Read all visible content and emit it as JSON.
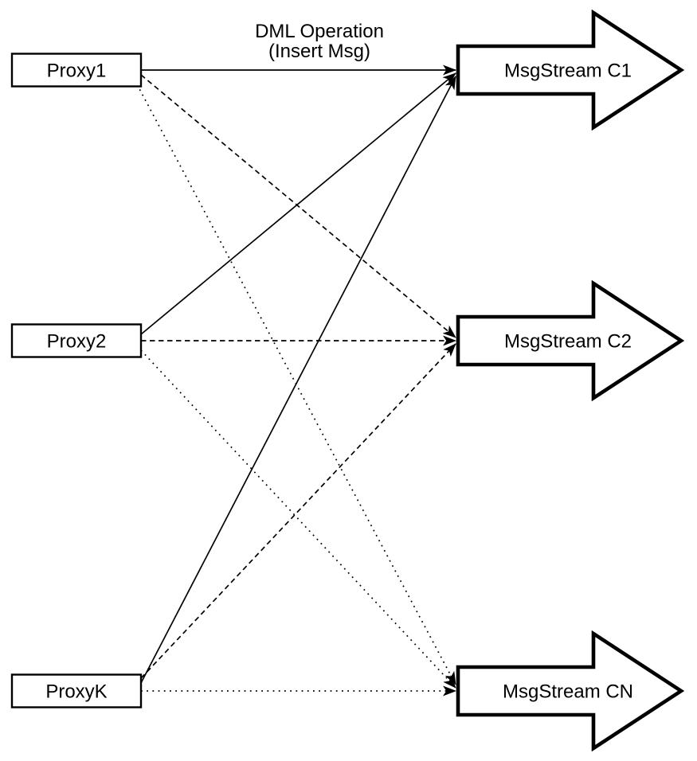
{
  "diagram": {
    "edge_label": {
      "line1": "DML Operation",
      "line2": "(Insert Msg)"
    },
    "proxies": [
      {
        "id": "proxy1",
        "label": "Proxy1"
      },
      {
        "id": "proxy2",
        "label": "Proxy2"
      },
      {
        "id": "proxyk",
        "label": "ProxyK"
      }
    ],
    "streams": [
      {
        "id": "msgstream-c1",
        "label": "MsgStream C1"
      },
      {
        "id": "msgstream-c2",
        "label": "MsgStream C2"
      },
      {
        "id": "msgstream-cn",
        "label": "MsgStream CN"
      }
    ],
    "edges": [
      {
        "from": "Proxy1",
        "to": "MsgStream C1",
        "style": "solid",
        "label": "DML Operation (Insert Msg)"
      },
      {
        "from": "Proxy2",
        "to": "MsgStream C1",
        "style": "solid"
      },
      {
        "from": "ProxyK",
        "to": "MsgStream C1",
        "style": "solid"
      },
      {
        "from": "Proxy1",
        "to": "MsgStream C2",
        "style": "dashed"
      },
      {
        "from": "Proxy2",
        "to": "MsgStream C2",
        "style": "dashed"
      },
      {
        "from": "ProxyK",
        "to": "MsgStream C2",
        "style": "dashed"
      },
      {
        "from": "Proxy1",
        "to": "MsgStream CN",
        "style": "dotted"
      },
      {
        "from": "Proxy2",
        "to": "MsgStream CN",
        "style": "dotted"
      },
      {
        "from": "ProxyK",
        "to": "MsgStream CN",
        "style": "dotted"
      }
    ],
    "colors": {
      "stroke": "#000000",
      "fill": "#ffffff",
      "background": "#ffffff"
    }
  }
}
